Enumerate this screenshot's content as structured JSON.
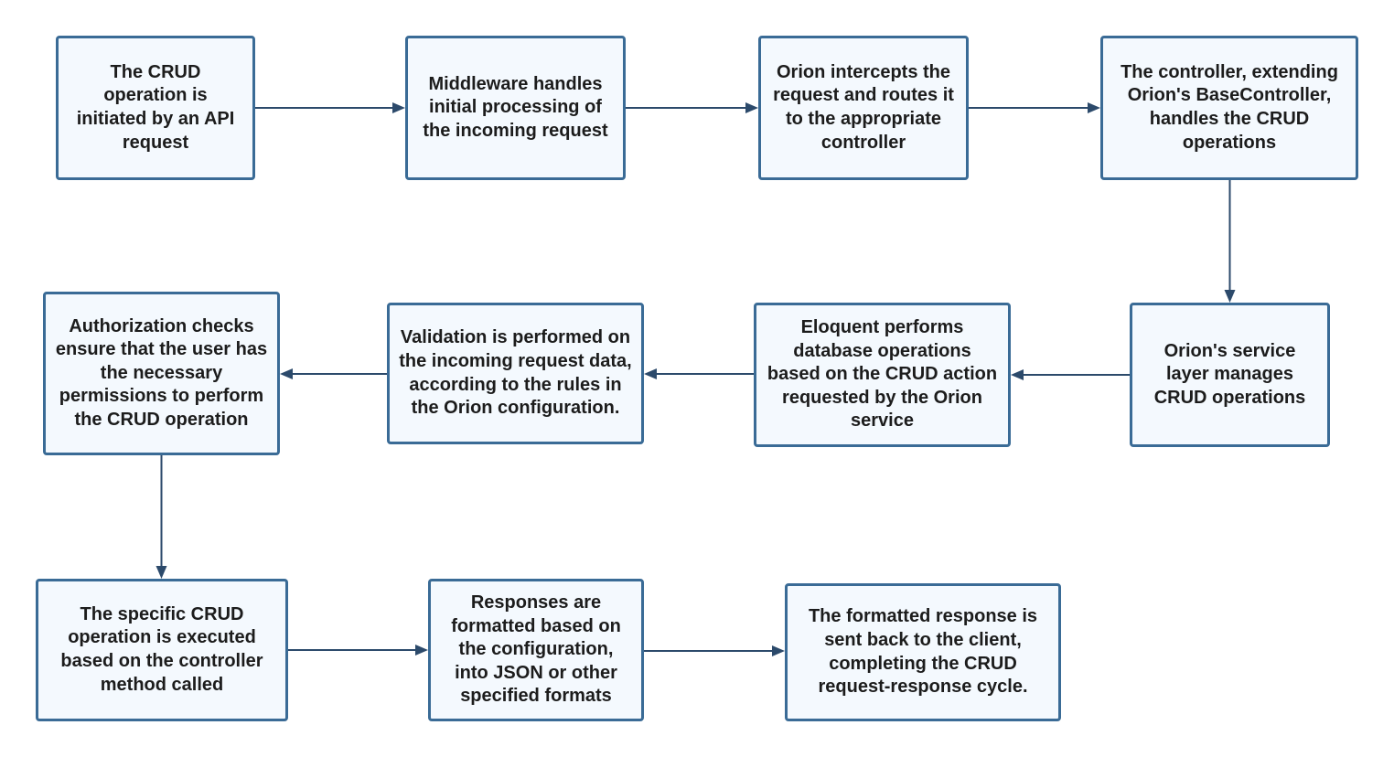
{
  "nodes": [
    {
      "id": "n1",
      "label": "The CRUD operation is initiated by an API request"
    },
    {
      "id": "n2",
      "label": "Middleware handles initial processing of the incoming request"
    },
    {
      "id": "n3",
      "label": "Orion intercepts the request and routes it to the appropriate controller"
    },
    {
      "id": "n4",
      "label": "The controller, extending Orion's BaseController, handles the CRUD operations"
    },
    {
      "id": "n5",
      "label": "Orion's service layer manages CRUD operations"
    },
    {
      "id": "n6",
      "label": "Eloquent performs database operations based on the CRUD action requested by the Orion service"
    },
    {
      "id": "n7",
      "label": "Validation is performed on the incoming request data, according to the rules in the Orion configuration."
    },
    {
      "id": "n8",
      "label": "Authorization checks ensure that the user has the necessary permissions to perform the CRUD operation"
    },
    {
      "id": "n9",
      "label": "The specific CRUD operation is executed based on the controller method called"
    },
    {
      "id": "n10",
      "label": "Responses are formatted based on the configuration, into JSON or other specified formats"
    },
    {
      "id": "n11",
      "label": "The formatted response is sent back to the client, completing the CRUD request-response cycle."
    }
  ],
  "edges": [
    {
      "from": "n1",
      "to": "n2"
    },
    {
      "from": "n2",
      "to": "n3"
    },
    {
      "from": "n3",
      "to": "n4"
    },
    {
      "from": "n4",
      "to": "n5"
    },
    {
      "from": "n5",
      "to": "n6"
    },
    {
      "from": "n6",
      "to": "n7"
    },
    {
      "from": "n7",
      "to": "n8"
    },
    {
      "from": "n8",
      "to": "n9"
    },
    {
      "from": "n9",
      "to": "n10"
    },
    {
      "from": "n10",
      "to": "n11"
    }
  ],
  "colors": {
    "node_border": "#3a6b96",
    "node_fill": "#f4f9fe",
    "connector": "#2c4a6b",
    "text": "#1c1c1c"
  }
}
